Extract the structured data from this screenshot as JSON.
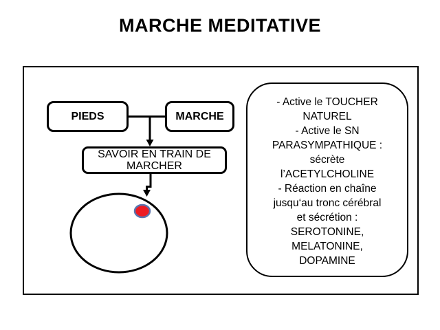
{
  "title": "MARCHE MEDITATIVE",
  "diagram": {
    "nodes": {
      "pieds": "PIEDS",
      "marche": "MARCHE",
      "savoir": "SAVOIR EN TRAIN DE\nMARCHER"
    }
  },
  "panel": {
    "lines": [
      "- Active le TOUCHER",
      "NATUREL",
      "- Active le SN",
      "PARASYMPATHIQUE :",
      "sécrète",
      "l’ACETYLCHOLINE",
      "- Réaction en chaîne",
      "jusqu‘au tronc cérébral",
      "et sécrétion :",
      "SEROTONINE,",
      "MELATONINE,",
      "DOPAMINE"
    ]
  },
  "colors": {
    "ink": "#000000",
    "red_dot_fill": "#ed1c24",
    "red_dot_stroke": "#5b74ae"
  }
}
